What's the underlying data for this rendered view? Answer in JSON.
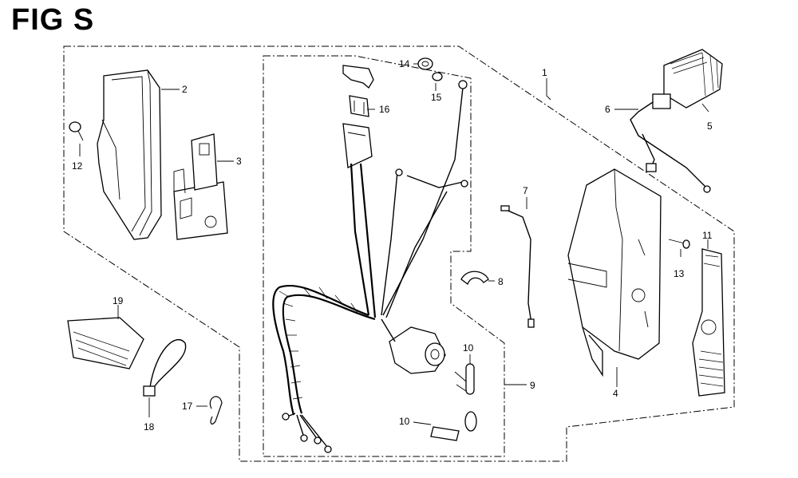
{
  "title": "FIG S",
  "callouts": {
    "p1": "1",
    "p2": "2",
    "p3": "3",
    "p4": "4",
    "p5": "5",
    "p6": "6",
    "p7": "7",
    "p8": "8",
    "p9": "9",
    "p10a": "10",
    "p10b": "10",
    "p11": "11",
    "p12": "12",
    "p13": "13",
    "p14": "14",
    "p15": "15",
    "p16": "16",
    "p17": "17",
    "p18": "18",
    "p19": "19"
  }
}
